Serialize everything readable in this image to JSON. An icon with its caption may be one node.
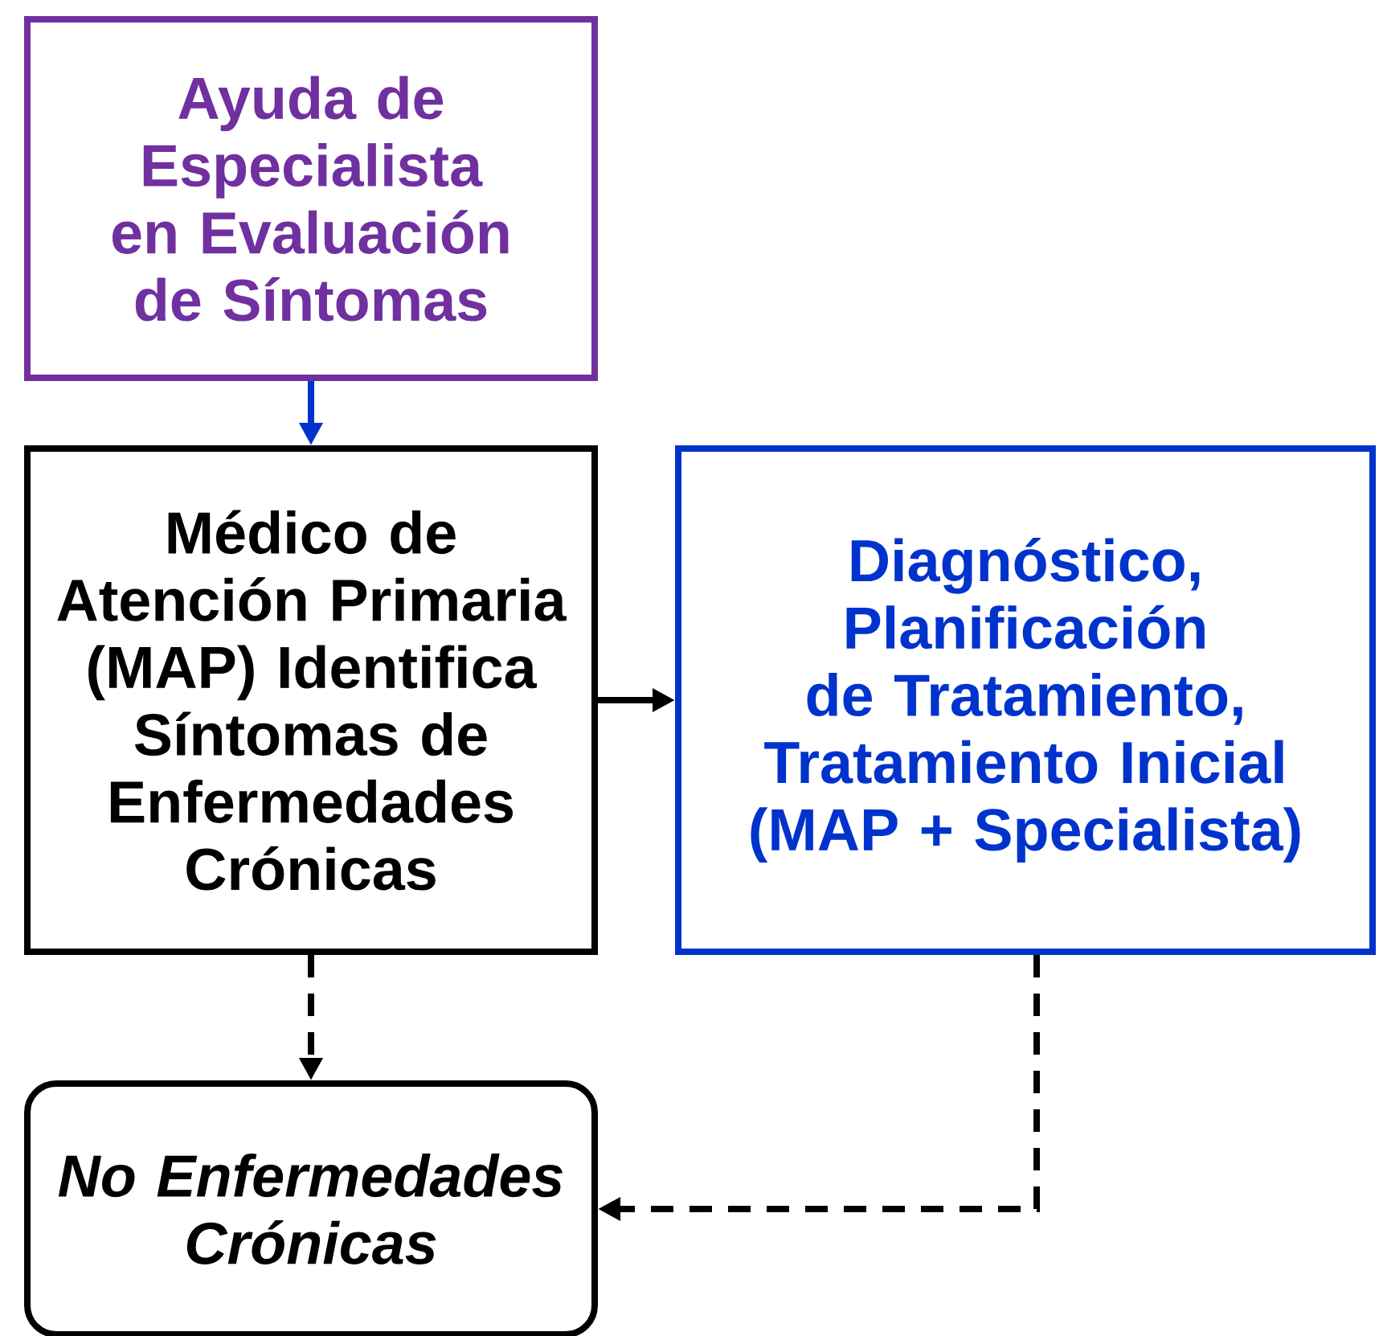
{
  "diagram": {
    "nodes": [
      {
        "text": [
          "Ayuda de Especialista en Evaluación de Síntomas"
        ]
      },
      {
        "text": [
          "Médico de Atención Primaria (MAP) Identifica Síntomas de Enfermedades Crónicas"
        ]
      },
      {
        "text": [
          "Diagnóstico, Planificación de Tratamiento, Tratamiento Inicial (MAP + Specialista)"
        ]
      },
      {
        "text": [
          "No Enfermedades Crónicas"
        ]
      }
    ],
    "edges": [
      {
        "from": 0,
        "to": 1,
        "arrow": "to",
        "color": "#0033cc"
      },
      {
        "from": 1,
        "to": 2,
        "arrow": "to"
      },
      {
        "from": 1,
        "to": 3,
        "arrow": "to",
        "style": "dashed"
      },
      {
        "from": 2,
        "to": 3,
        "arrow": "to",
        "style": "dashed"
      }
    ]
  }
}
